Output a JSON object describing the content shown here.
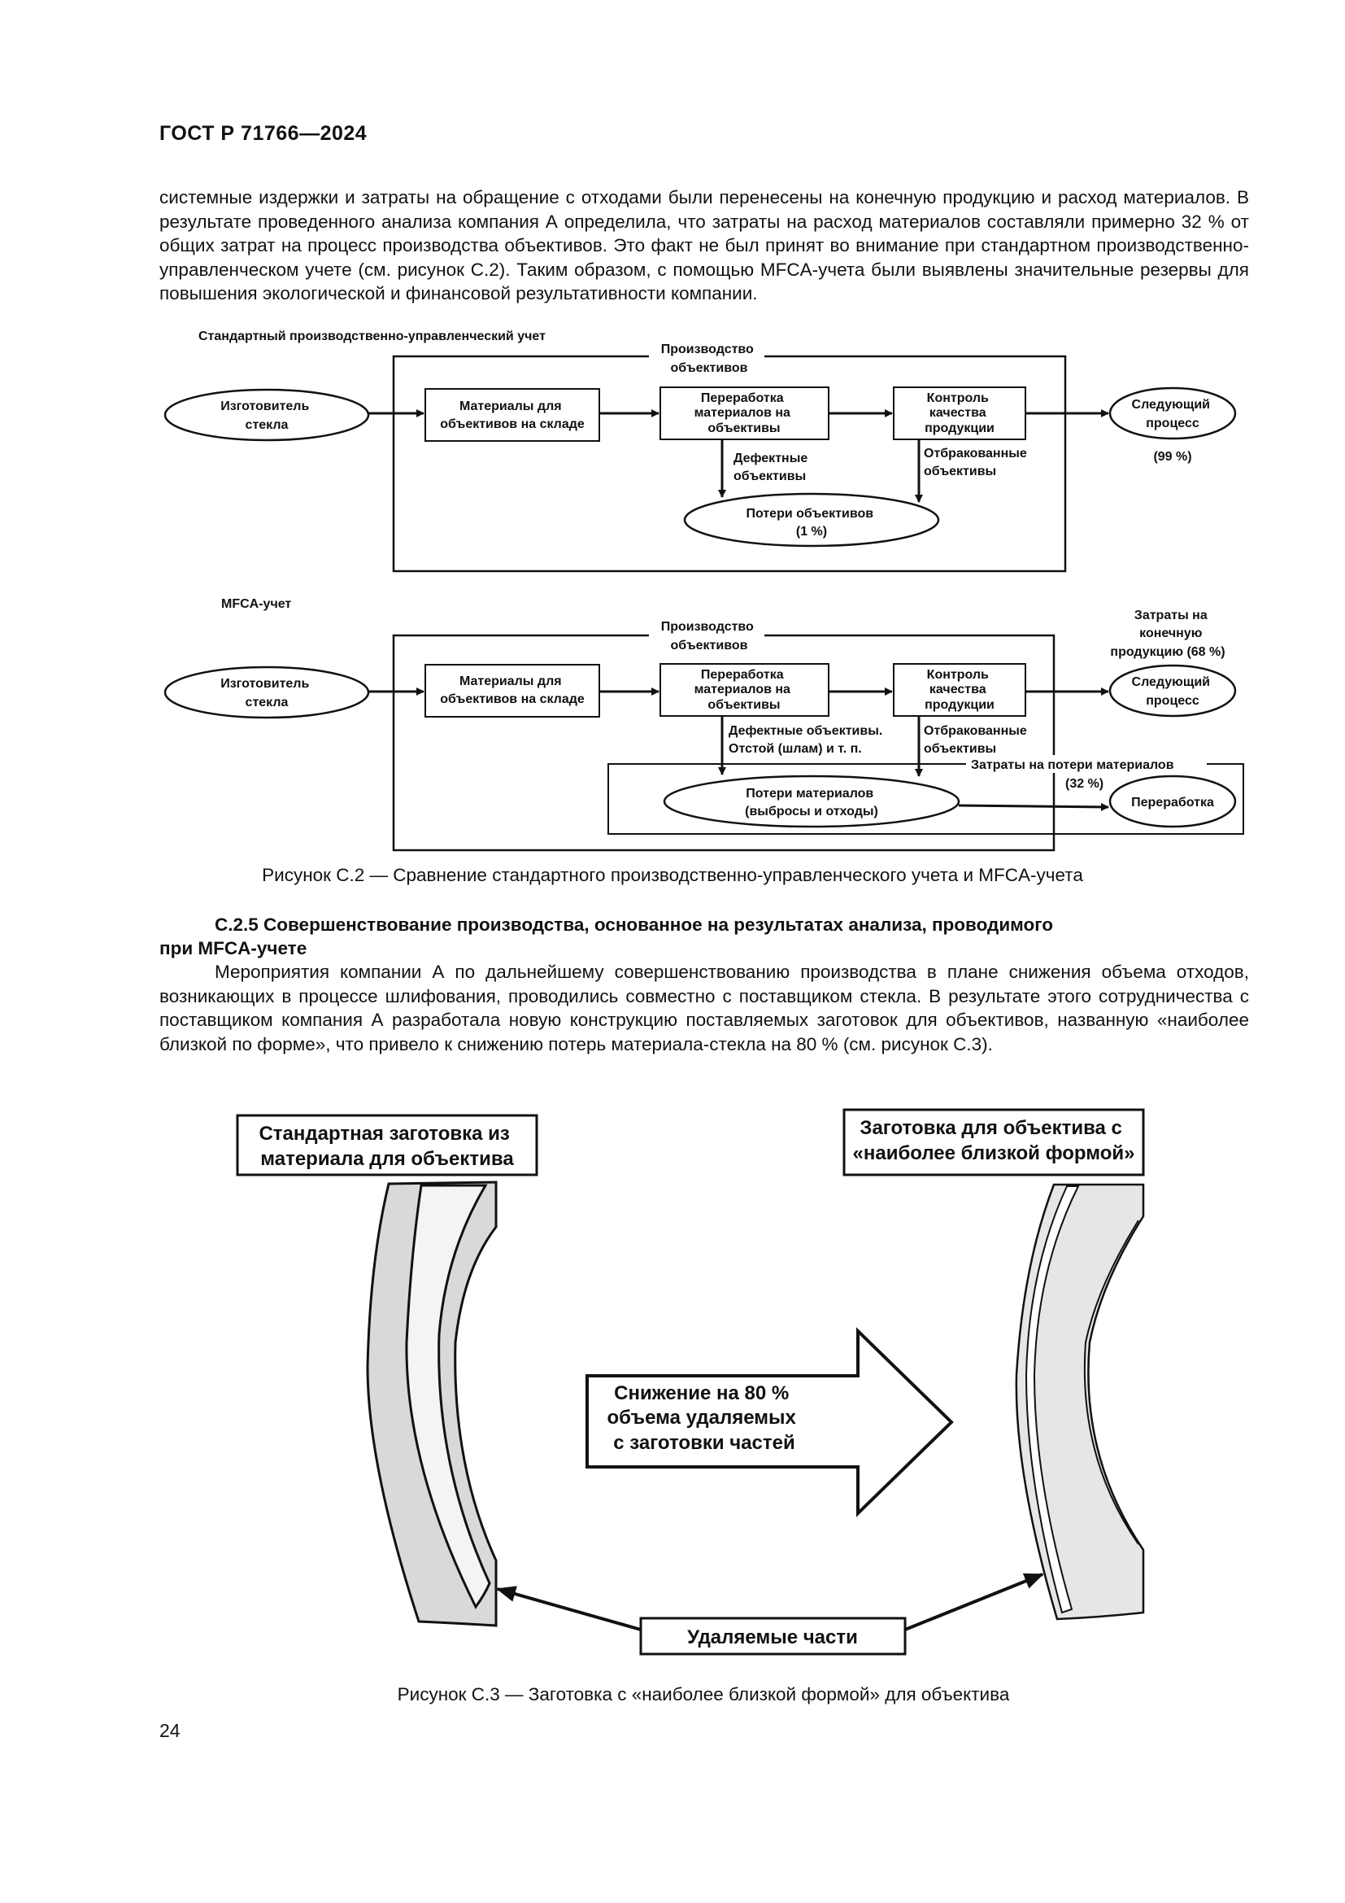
{
  "header": {
    "doc_id": "ГОСТ Р 71766—2024"
  },
  "intro_paragraph": "системные издержки и затраты на обращение с отходами были перенесены на конечную продукцию и расход материалов. В результате проведенного анализа компания А определила, что затраты на расход материалов составляли примерно 32 % от общих затрат на процесс производства объективов. Это факт не был принят во внимание при стандартном производственно-управленческом учете (см. рисунок С.2). Таким образом, с помощью MFCA-учета были выявлены значительные резервы для повышения экологической и финансовой результативности компании.",
  "figure_c2": {
    "standard": {
      "title": "Стандартный производственно-управленческий учет",
      "production_label": [
        "Производство",
        "объективов"
      ],
      "supplier": [
        "Изготовитель",
        "стекла"
      ],
      "storage": [
        "Материалы для",
        "объективов на складе"
      ],
      "processing": [
        "Переработка",
        "материалов на",
        "объективы"
      ],
      "quality": [
        "Контроль",
        "качества",
        "продукции"
      ],
      "next": [
        "Следующий",
        "процесс"
      ],
      "next_share": "(99 %)",
      "defective": [
        "Дефектные",
        "объективы"
      ],
      "rejected": [
        "Отбракованные",
        "объективы"
      ],
      "losses": [
        "Потери объективов",
        "(1 %)"
      ]
    },
    "mfca": {
      "title": "MFCA-учет",
      "production_label": [
        "Производство",
        "объективов"
      ],
      "final_cost": [
        "Затраты на",
        "конечную",
        "продукцию (68 %)"
      ],
      "supplier": [
        "Изготовитель",
        "стекла"
      ],
      "storage": [
        "Материалы для",
        "объективов на складе"
      ],
      "processing": [
        "Переработка",
        "материалов на",
        "объективы"
      ],
      "quality": [
        "Контроль",
        "качества",
        "продукции"
      ],
      "next": [
        "Следующий",
        "процесс"
      ],
      "defective": [
        "Дефектные объективы.",
        "Отстой (шлам) и т. п."
      ],
      "rejected": [
        "Отбракованные",
        "объективы"
      ],
      "loss_cost": "Затраты на потери материалов",
      "loss_share": "(32 %)",
      "losses": [
        "Потери материалов",
        "(выбросы и отходы)"
      ],
      "recycling": "Переработка"
    },
    "caption": "Рисунок С.2 — Сравнение стандартного производственно-управленческого учета и MFCA-учета"
  },
  "section": {
    "number": "С.2.5",
    "title_line1": "С.2.5  Совершенствование производства, основанное на результатах анализа, проводимого",
    "title_line2": "при MFCA-учете",
    "paragraph": "Мероприятия компании А по дальнейшему совершенствованию производства в плане снижения объема отходов, возникающих в процессе шлифования, проводились совместно с поставщиком стекла. В результате этого сотрудничества с поставщиком компания А разработала новую конструкцию поставляемых заготовок для объективов, названную «наиболее близкой по форме», что привело к снижению потерь материала-стекла на 80 % (см. рисунок С.3)."
  },
  "figure_c3": {
    "left_box": [
      "Стандартная заготовка из",
      "материала для объектива"
    ],
    "right_box": [
      "Заготовка для объектива с",
      "«наиболее близкой формой»"
    ],
    "arrow_text": [
      "Снижение на 80 %",
      "объема удаляемых",
      "с заготовки частей"
    ],
    "removed": "Удаляемые части",
    "caption": "Рисунок С.3 — Заготовка с «наиболее близкой формой» для объектива"
  },
  "page_number": "24"
}
